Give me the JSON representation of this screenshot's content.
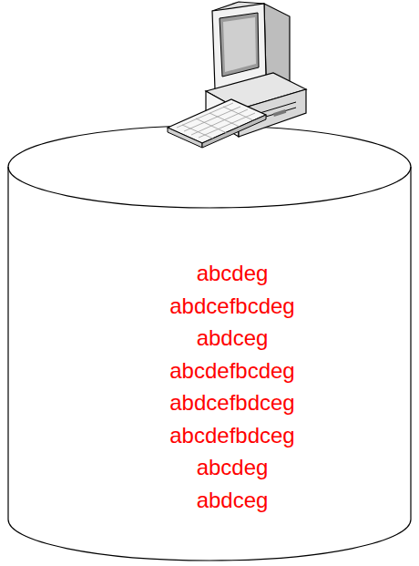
{
  "diagram": {
    "nodes": [
      {
        "text": [
          "abcdeg",
          "abdcefbcdeg",
          "abdceg",
          "abcdefbcdeg",
          "abdcefbdceg",
          "abcdefbdceg",
          "abcdeg",
          "abdceg"
        ]
      }
    ]
  }
}
